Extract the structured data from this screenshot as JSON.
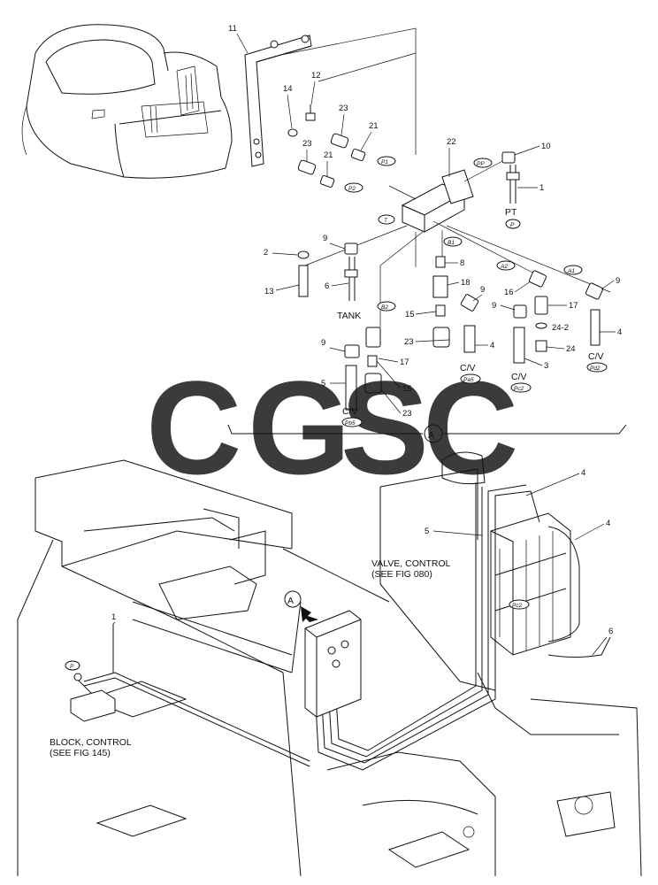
{
  "watermark": {
    "letters": [
      {
        "char": "C",
        "color": "#5b9cf4"
      },
      {
        "char": "G",
        "color": "#f07b73"
      },
      {
        "char": "S",
        "color": "#f6cf47"
      },
      {
        "char": "C",
        "color": "#49b07a"
      }
    ]
  },
  "labels": {
    "tank": "TANK",
    "pt": "PT",
    "cv": "C/V",
    "valve_control": "VALVE, CONTROL",
    "valve_control_ref": "(SEE FIG 080)",
    "block_control": "BLOCK, CONTROL",
    "block_control_ref": "(SEE FIG 145)",
    "detail_a": "A"
  },
  "ports": {
    "p1": "P1",
    "p2": "P2",
    "pp": "PP",
    "p": "P",
    "t": "T",
    "b1": "B1",
    "b2": "B2",
    "a1": "A1",
    "a2": "A2",
    "pa5": "Pa5",
    "pc2": "Pc2",
    "pd2": "Pd2",
    "pb5": "Pb5",
    "pc2b": "Pc2"
  },
  "parts": {
    "n1": "1",
    "n2": "2",
    "n3": "3",
    "n4": "4",
    "n5": "5",
    "n6": "6",
    "n8": "8",
    "n9": "9",
    "n10": "10",
    "n11": "11",
    "n12": "12",
    "n13": "13",
    "n14": "14",
    "n15": "15",
    "n16": "16",
    "n17": "17",
    "n18": "18",
    "n21": "21",
    "n22": "22",
    "n23": "23",
    "n24": "24",
    "n24_2": "24-2"
  }
}
